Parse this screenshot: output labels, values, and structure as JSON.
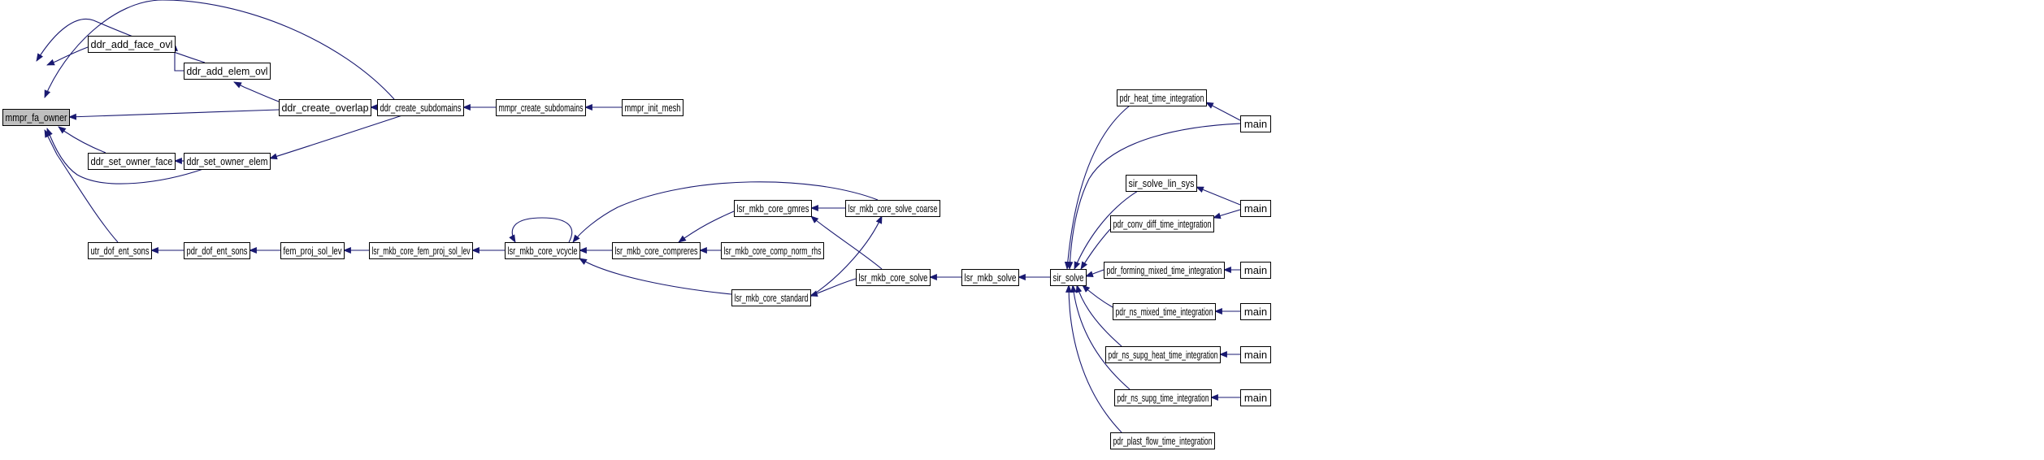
{
  "diagram": {
    "colors": {
      "edge": "#191970",
      "node_fill": "#ffffff",
      "node_border": "#000000",
      "highlight_fill": "#bfbfbf"
    },
    "nodes": [
      {
        "id": "mmpr_fa_owner",
        "label": "mmpr_fa_owner",
        "highlight": true
      },
      {
        "id": "ddr_add_face_ovl",
        "label": "ddr_add_face_ovl"
      },
      {
        "id": "ddr_add_elem_ovl",
        "label": "ddr_add_elem_ovl"
      },
      {
        "id": "ddr_create_overlap",
        "label": "ddr_create_overlap"
      },
      {
        "id": "ddr_create_subdomains",
        "label": "ddr_create_subdomains"
      },
      {
        "id": "mmpr_create_subdomains",
        "label": "mmpr_create_subdomains"
      },
      {
        "id": "mmpr_init_mesh",
        "label": "mmpr_init_mesh"
      },
      {
        "id": "ddr_set_owner_face",
        "label": "ddr_set_owner_face"
      },
      {
        "id": "ddr_set_owner_elem",
        "label": "ddr_set_owner_elem"
      },
      {
        "id": "utr_dof_ent_sons",
        "label": "utr_dof_ent_sons"
      },
      {
        "id": "pdr_dof_ent_sons",
        "label": "pdr_dof_ent_sons"
      },
      {
        "id": "fem_proj_sol_lev",
        "label": "fem_proj_sol_lev"
      },
      {
        "id": "lsr_mkb_core_fem_proj_sol_lev",
        "label": "lsr_mkb_core_fem_proj_sol_lev"
      },
      {
        "id": "lsr_mkb_core_vcycle",
        "label": "lsr_mkb_core_vcycle"
      },
      {
        "id": "lsr_mkb_core_gmres",
        "label": "lsr_mkb_core_gmres"
      },
      {
        "id": "lsr_mkb_core_compreres",
        "label": "lsr_mkb_core_compreres"
      },
      {
        "id": "lsr_mkb_core_comp_norm_rhs",
        "label": "lsr_mkb_core_comp_norm_rhs"
      },
      {
        "id": "lsr_mkb_core_standard",
        "label": "lsr_mkb_core_standard"
      },
      {
        "id": "lsr_mkb_core_solve_coarse",
        "label": "lsr_mkb_core_solve_coarse"
      },
      {
        "id": "lsr_mkb_core_solve",
        "label": "lsr_mkb_core_solve"
      },
      {
        "id": "lsr_mkb_solve",
        "label": "lsr_mkb_solve"
      },
      {
        "id": "sir_solve",
        "label": "sir_solve"
      },
      {
        "id": "pdr_heat_time_integration",
        "label": "pdr_heat_time_integration"
      },
      {
        "id": "main_1",
        "label": "main"
      },
      {
        "id": "sir_solve_lin_sys",
        "label": "sir_solve_lin_sys"
      },
      {
        "id": "main_2",
        "label": "main"
      },
      {
        "id": "pdr_conv_diff_time_integration",
        "label": "pdr_conv_diff_time_integration"
      },
      {
        "id": "pdr_forming_mixed_time_integration",
        "label": "pdr_forming_mixed_time_integration"
      },
      {
        "id": "main_3",
        "label": "main"
      },
      {
        "id": "pdr_ns_mixed_time_integration",
        "label": "pdr_ns_mixed_time_integration"
      },
      {
        "id": "main_4",
        "label": "main"
      },
      {
        "id": "pdr_ns_supg_heat_time_integration",
        "label": "pdr_ns_supg_heat_time_integration"
      },
      {
        "id": "main_5",
        "label": "main"
      },
      {
        "id": "pdr_ns_supg_time_integration",
        "label": "pdr_ns_supg_time_integration"
      },
      {
        "id": "main_6",
        "label": "main"
      },
      {
        "id": "pdr_plast_flow_time_integration",
        "label": "pdr_plast_flow_time_integration"
      }
    ],
    "edges": [
      {
        "from": "ddr_add_face_ovl",
        "to": "mmpr_fa_owner"
      },
      {
        "from": "ddr_add_elem_ovl",
        "to": "mmpr_fa_owner"
      },
      {
        "from": "ddr_add_elem_ovl",
        "to": "ddr_add_face_ovl"
      },
      {
        "from": "ddr_create_overlap",
        "to": "ddr_add_elem_ovl"
      },
      {
        "from": "ddr_create_overlap",
        "to": "mmpr_fa_owner"
      },
      {
        "from": "ddr_create_subdomains",
        "to": "ddr_create_overlap"
      },
      {
        "from": "ddr_create_subdomains",
        "to": "mmpr_fa_owner"
      },
      {
        "from": "ddr_create_subdomains",
        "to": "ddr_set_owner_elem"
      },
      {
        "from": "mmpr_create_subdomains",
        "to": "ddr_create_subdomains"
      },
      {
        "from": "mmpr_init_mesh",
        "to": "mmpr_create_subdomains"
      },
      {
        "from": "ddr_set_owner_face",
        "to": "mmpr_fa_owner"
      },
      {
        "from": "ddr_set_owner_elem",
        "to": "ddr_set_owner_face"
      },
      {
        "from": "ddr_set_owner_elem",
        "to": "mmpr_fa_owner"
      },
      {
        "from": "utr_dof_ent_sons",
        "to": "mmpr_fa_owner"
      },
      {
        "from": "pdr_dof_ent_sons",
        "to": "utr_dof_ent_sons"
      },
      {
        "from": "fem_proj_sol_lev",
        "to": "pdr_dof_ent_sons"
      },
      {
        "from": "lsr_mkb_core_fem_proj_sol_lev",
        "to": "fem_proj_sol_lev"
      },
      {
        "from": "lsr_mkb_core_vcycle",
        "to": "lsr_mkb_core_fem_proj_sol_lev"
      },
      {
        "from": "lsr_mkb_core_vcycle",
        "to": "lsr_mkb_core_vcycle"
      },
      {
        "from": "lsr_mkb_core_compreres",
        "to": "lsr_mkb_core_vcycle"
      },
      {
        "from": "lsr_mkb_core_gmres",
        "to": "lsr_mkb_core_compreres"
      },
      {
        "from": "lsr_mkb_core_comp_norm_rhs",
        "to": "lsr_mkb_core_compreres"
      },
      {
        "from": "lsr_mkb_core_solve_coarse",
        "to": "lsr_mkb_core_gmres"
      },
      {
        "from": "lsr_mkb_core_solve_coarse",
        "to": "lsr_mkb_core_vcycle"
      },
      {
        "from": "lsr_mkb_core_standard",
        "to": "lsr_mkb_core_vcycle"
      },
      {
        "from": "lsr_mkb_core_standard",
        "to": "lsr_mkb_core_solve_coarse"
      },
      {
        "from": "lsr_mkb_core_solve",
        "to": "lsr_mkb_core_gmres"
      },
      {
        "from": "lsr_mkb_core_solve",
        "to": "lsr_mkb_core_standard"
      },
      {
        "from": "lsr_mkb_solve",
        "to": "lsr_mkb_core_solve"
      },
      {
        "from": "sir_solve",
        "to": "lsr_mkb_solve"
      },
      {
        "from": "pdr_heat_time_integration",
        "to": "sir_solve"
      },
      {
        "from": "main_1",
        "to": "pdr_heat_time_integration"
      },
      {
        "from": "main_1",
        "to": "sir_solve"
      },
      {
        "from": "sir_solve_lin_sys",
        "to": "sir_solve"
      },
      {
        "from": "main_2",
        "to": "sir_solve_lin_sys"
      },
      {
        "from": "main_2",
        "to": "pdr_conv_diff_time_integration"
      },
      {
        "from": "pdr_conv_diff_time_integration",
        "to": "sir_solve"
      },
      {
        "from": "pdr_forming_mixed_time_integration",
        "to": "sir_solve"
      },
      {
        "from": "main_3",
        "to": "pdr_forming_mixed_time_integration"
      },
      {
        "from": "pdr_ns_mixed_time_integration",
        "to": "sir_solve"
      },
      {
        "from": "main_4",
        "to": "pdr_ns_mixed_time_integration"
      },
      {
        "from": "pdr_ns_supg_heat_time_integration",
        "to": "sir_solve"
      },
      {
        "from": "main_5",
        "to": "pdr_ns_supg_heat_time_integration"
      },
      {
        "from": "pdr_ns_supg_time_integration",
        "to": "sir_solve"
      },
      {
        "from": "main_6",
        "to": "pdr_ns_supg_time_integration"
      },
      {
        "from": "pdr_plast_flow_time_integration",
        "to": "sir_solve"
      }
    ]
  }
}
